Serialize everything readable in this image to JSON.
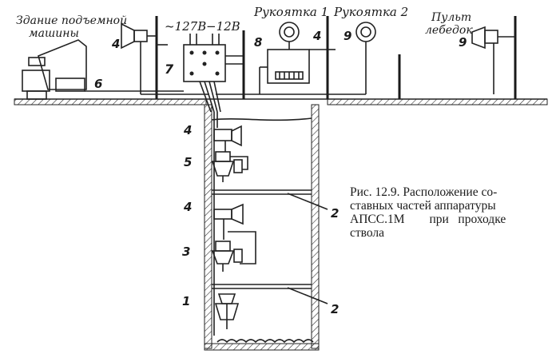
{
  "labels": {
    "building": [
      "Здание подъемной",
      "машины"
    ],
    "v127": "~127В",
    "v12": "−12В",
    "handle1": "Рукоятка 1",
    "handle2": "Рукоятка 2",
    "console": [
      "Пульт",
      "лебедок"
    ]
  },
  "numbers": {
    "n1": "1",
    "n2a": "2",
    "n2b": "2",
    "n3": "3",
    "n4a": "4",
    "n4b": "4",
    "n4c": "4",
    "n4d": "4",
    "n5": "5",
    "n6": "6",
    "n7": "7",
    "n8": "8",
    "n9a": "9",
    "n9b": "9"
  },
  "caption": {
    "lines": [
      "Рис. 12.9. Расположение со-",
      "ставных частей аппаратуры",
      "АПСС.1М        при   проходке",
      "ствола"
    ]
  }
}
